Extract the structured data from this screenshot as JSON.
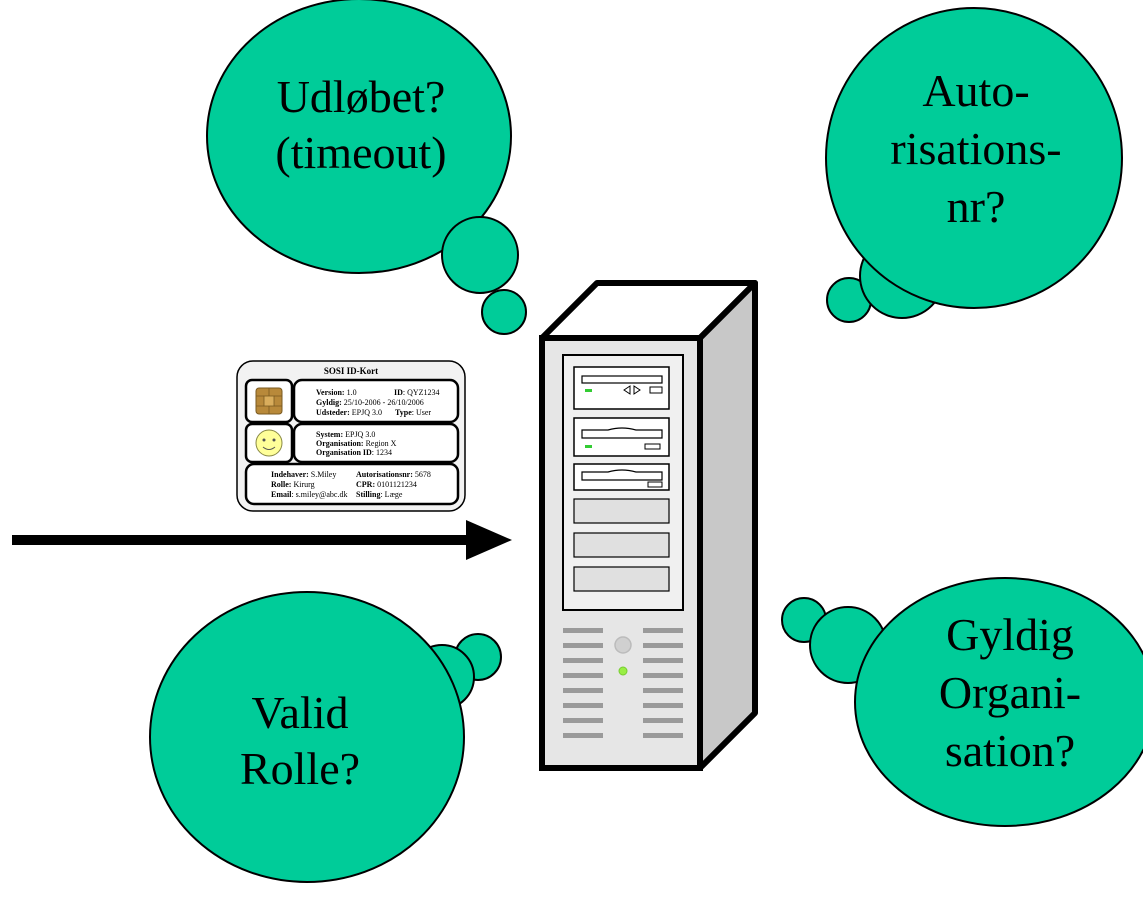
{
  "bubbles": [
    {
      "id": "timeout",
      "lines": [
        "Udløbet?",
        "(timeout)"
      ]
    },
    {
      "id": "autorisation",
      "lines": [
        "Auto-",
        "risations-",
        "nr?"
      ]
    },
    {
      "id": "rolle",
      "lines": [
        "Valid",
        "Rolle?"
      ]
    },
    {
      "id": "organisation",
      "lines": [
        "Gyldig",
        "Organi-",
        "sation?"
      ]
    }
  ],
  "id_card": {
    "title": "SOSI ID-Kort",
    "section1": {
      "version_label": "Version:",
      "version_value": "1.0",
      "id_label": "ID",
      "id_value": ": QYZ1234",
      "gyldig_label": "Gyldig:",
      "gyldig_value": "25/10-2006 - 26/10/2006",
      "udsteder_label": "Udsteder:",
      "udsteder_value": "EPJQ 3.0",
      "type_label": "Type",
      "type_value": ": User"
    },
    "section2": {
      "system_label": "System:",
      "system_value": "EPJQ 3.0",
      "org_label": "Organisation:",
      "org_value": "Region X",
      "orgid_label": "Organisation ID",
      "orgid_value": ": 1234"
    },
    "section3": {
      "indehaver_label": "Indehaver:",
      "indehaver_value": "S.Miley",
      "autnr_label": "Autorisationsnr:",
      "autnr_value": "5678",
      "rolle_label": "Rolle:",
      "rolle_value": "Kirurg",
      "cpr_label": "CPR:",
      "cpr_value": "0101121234",
      "email_label": "Email",
      "email_value": ": s.miley@abc.dk",
      "stilling_label": "Stilling",
      "stilling_value": ": Læge"
    }
  },
  "colors": {
    "bubble_fill": "#00cc99",
    "card_fill": "#f2f2f2",
    "server_front": "#e6e6e6",
    "server_side": "#c8c8c8",
    "led": "#33cc33"
  }
}
